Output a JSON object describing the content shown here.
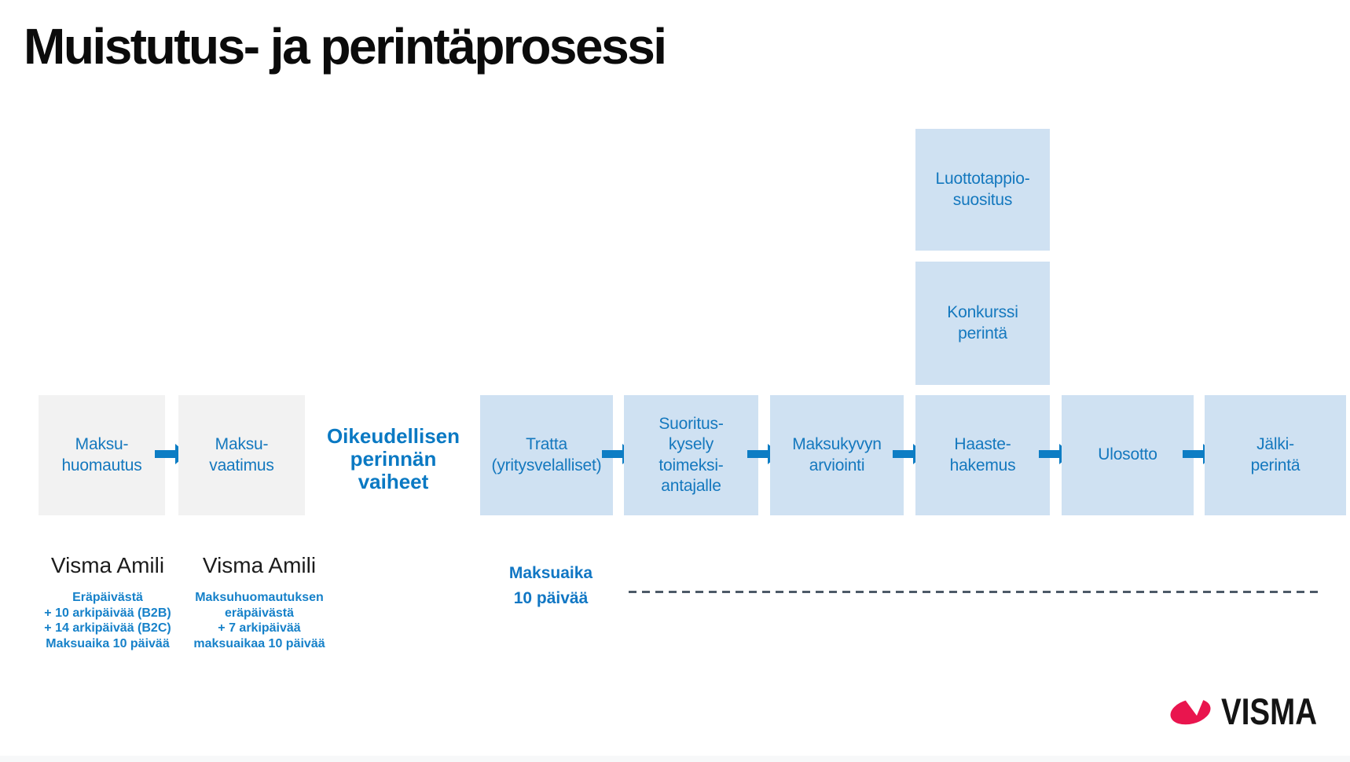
{
  "title": "Muistutus- ja perintäprosessi",
  "colors": {
    "box_blue": "#cfe1f2",
    "box_gray": "#f2f2f2",
    "arrow_blue": "#0d7dc4",
    "label_blue": "#1478be",
    "heading_blue": "#0a79c3",
    "dash_gray": "#4d5a68",
    "visma_red": "#e9154e"
  },
  "reminder_steps": [
    {
      "label": "Maksu-\nhuomautus"
    },
    {
      "label": "Maksu-\nvaatimus"
    }
  ],
  "legal_heading": "Oikeudellisen\nperinnän\nvaiheet",
  "legal_steps": [
    {
      "label": "Tratta\n(yritysvelalliset)"
    },
    {
      "label": "Suoritus-\nkysely\ntoimeksi-\nantajalle"
    },
    {
      "label": "Maksukyvyn\narviointi"
    },
    {
      "label": "Haaste-\nhakemus"
    },
    {
      "label": "Ulosotto"
    },
    {
      "label": "Jälki-\nperintä"
    }
  ],
  "branch_steps": [
    {
      "label": "Luottotappio-\nsuositus"
    },
    {
      "label": "Konkurssi\nperintä"
    }
  ],
  "annotations": {
    "left": {
      "heading": "Visma Amili",
      "lines": [
        "Eräpäivästä",
        "+ 10 arkipäivää (B2B)",
        "+ 14 arkipäivää (B2C)",
        "Maksuaika 10 päivää"
      ]
    },
    "right": {
      "heading": "Visma Amili",
      "lines": [
        "Maksuhuomautuksen",
        "eräpäivästä",
        "+ 7 arkipäivää",
        "maksuaikaa 10 päivää"
      ]
    },
    "timeline_label": "Maksuaika\n10 päivää"
  },
  "logo": {
    "text": "VISMA"
  }
}
